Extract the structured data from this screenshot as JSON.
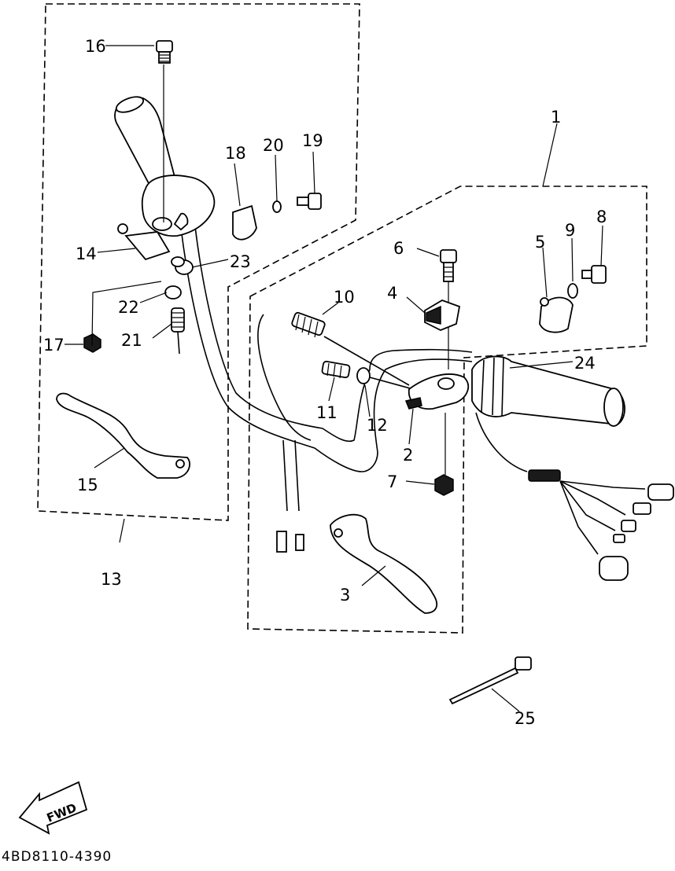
{
  "diagram": {
    "code": "4BD8110-4390",
    "fwd_label": "FWD",
    "callouts": [
      {
        "id": "c1",
        "text": "1"
      },
      {
        "id": "c2",
        "text": "2"
      },
      {
        "id": "c3",
        "text": "3"
      },
      {
        "id": "c4",
        "text": "4"
      },
      {
        "id": "c5",
        "text": "5"
      },
      {
        "id": "c6",
        "text": "6"
      },
      {
        "id": "c7",
        "text": "7"
      },
      {
        "id": "c8",
        "text": "8"
      },
      {
        "id": "c9",
        "text": "9"
      },
      {
        "id": "c10",
        "text": "10"
      },
      {
        "id": "c11",
        "text": "11"
      },
      {
        "id": "c12",
        "text": "12"
      },
      {
        "id": "c13",
        "text": "13"
      },
      {
        "id": "c14",
        "text": "14"
      },
      {
        "id": "c15",
        "text": "15"
      },
      {
        "id": "c16",
        "text": "16"
      },
      {
        "id": "c17",
        "text": "17"
      },
      {
        "id": "c18",
        "text": "18"
      },
      {
        "id": "c19",
        "text": "19"
      },
      {
        "id": "c20",
        "text": "20"
      },
      {
        "id": "c21",
        "text": "21"
      },
      {
        "id": "c22",
        "text": "22"
      },
      {
        "id": "c23",
        "text": "23"
      },
      {
        "id": "c24",
        "text": "24"
      },
      {
        "id": "c25",
        "text": "25"
      }
    ]
  }
}
